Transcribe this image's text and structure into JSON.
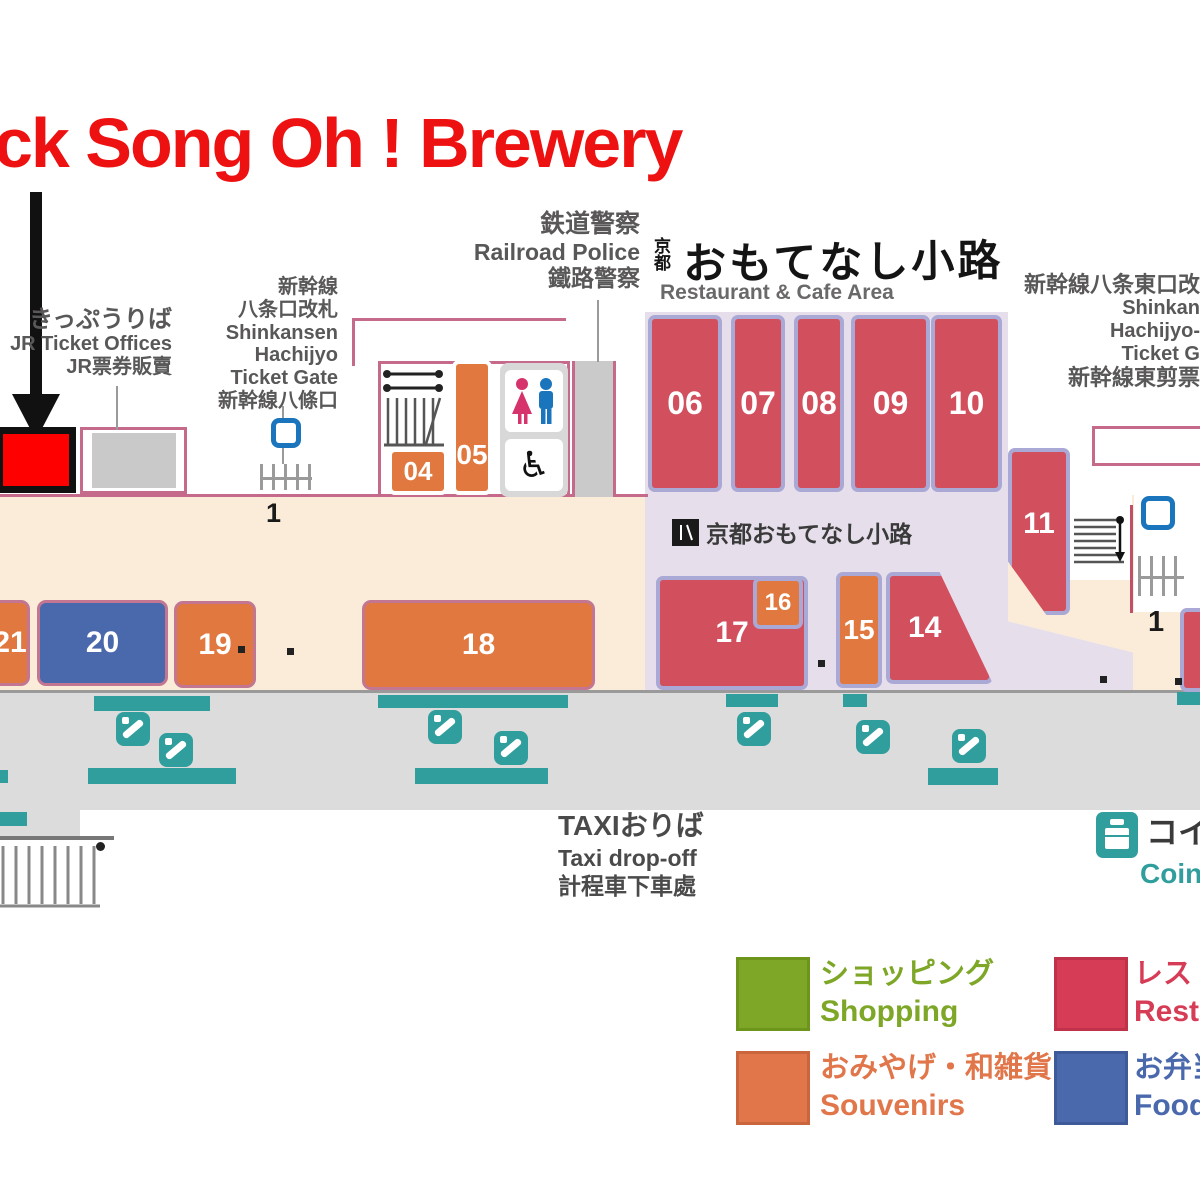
{
  "title": {
    "text": "ck Song Oh ! Brewery"
  },
  "labels": {
    "jr_ticket_ja": "きっぷうりば",
    "jr_ticket_en": "JR Ticket Offices",
    "jr_ticket_zh": "JR票券販賣",
    "gate_ja1": "新幹線",
    "gate_ja2": "八条口改札",
    "gate_en1": "Shinkansen",
    "gate_en2": "Hachijyo",
    "gate_en3": "Ticket Gate",
    "gate_zh": "新幹線八條口",
    "police_ja": "鉄道警察",
    "police_en": "Railroad Police",
    "police_zh": "鐵路警察",
    "callig_prefix": "京都",
    "callig_main": "おもてなし小路",
    "callig_en": "Restaurant & Cafe Area",
    "east_gate_ja": "新幹線八条東口改",
    "east_gate_en1": "Shinkan",
    "east_gate_en2": "Hachijyo-",
    "east_gate_en3": "Ticket G",
    "east_gate_zh": "新幹線東剪票",
    "sign_omotenashi": "京都おもてなし小路",
    "gate_no_left": "1",
    "gate_no_right": "1",
    "taxi_ja": "TAXIおりば",
    "taxi_en": "Taxi drop-off",
    "taxi_zh": "計程車下車處",
    "locker_ja": "コイ",
    "locker_en": "Coin"
  },
  "blocks": {
    "b04": "04",
    "b05": "05",
    "b06": "06",
    "b07": "07",
    "b08": "08",
    "b09": "09",
    "b10": "10",
    "b11": "11",
    "b14": "14",
    "b15": "15",
    "b16": "16",
    "b17": "17",
    "b18": "18",
    "b19": "19",
    "b20": "20",
    "b21": "21"
  },
  "legend": {
    "shopping_ja": "ショッピング",
    "shopping_en": "Shopping",
    "souvenirs_ja": "おみやげ・和雑貨",
    "souvenirs_en": "Souvenirs",
    "restaurant_ja": "レスト",
    "restaurant_en": "Resta",
    "food_ja": "お弁当",
    "food_en": "Food"
  },
  "colors": {
    "highlight_red": "#fe0000",
    "restaurant_red": "#d24f5e",
    "souvenir_orange": "#e0783f",
    "food_blue": "#4a68ac",
    "shopping_green": "#7ea727",
    "teal": "#2f9e9c",
    "concourse_cream": "#faecd9",
    "restaurant_area_lavender": "#e6dfeb",
    "road_gray": "#dcdcdc",
    "title_red": "#ee1111"
  }
}
